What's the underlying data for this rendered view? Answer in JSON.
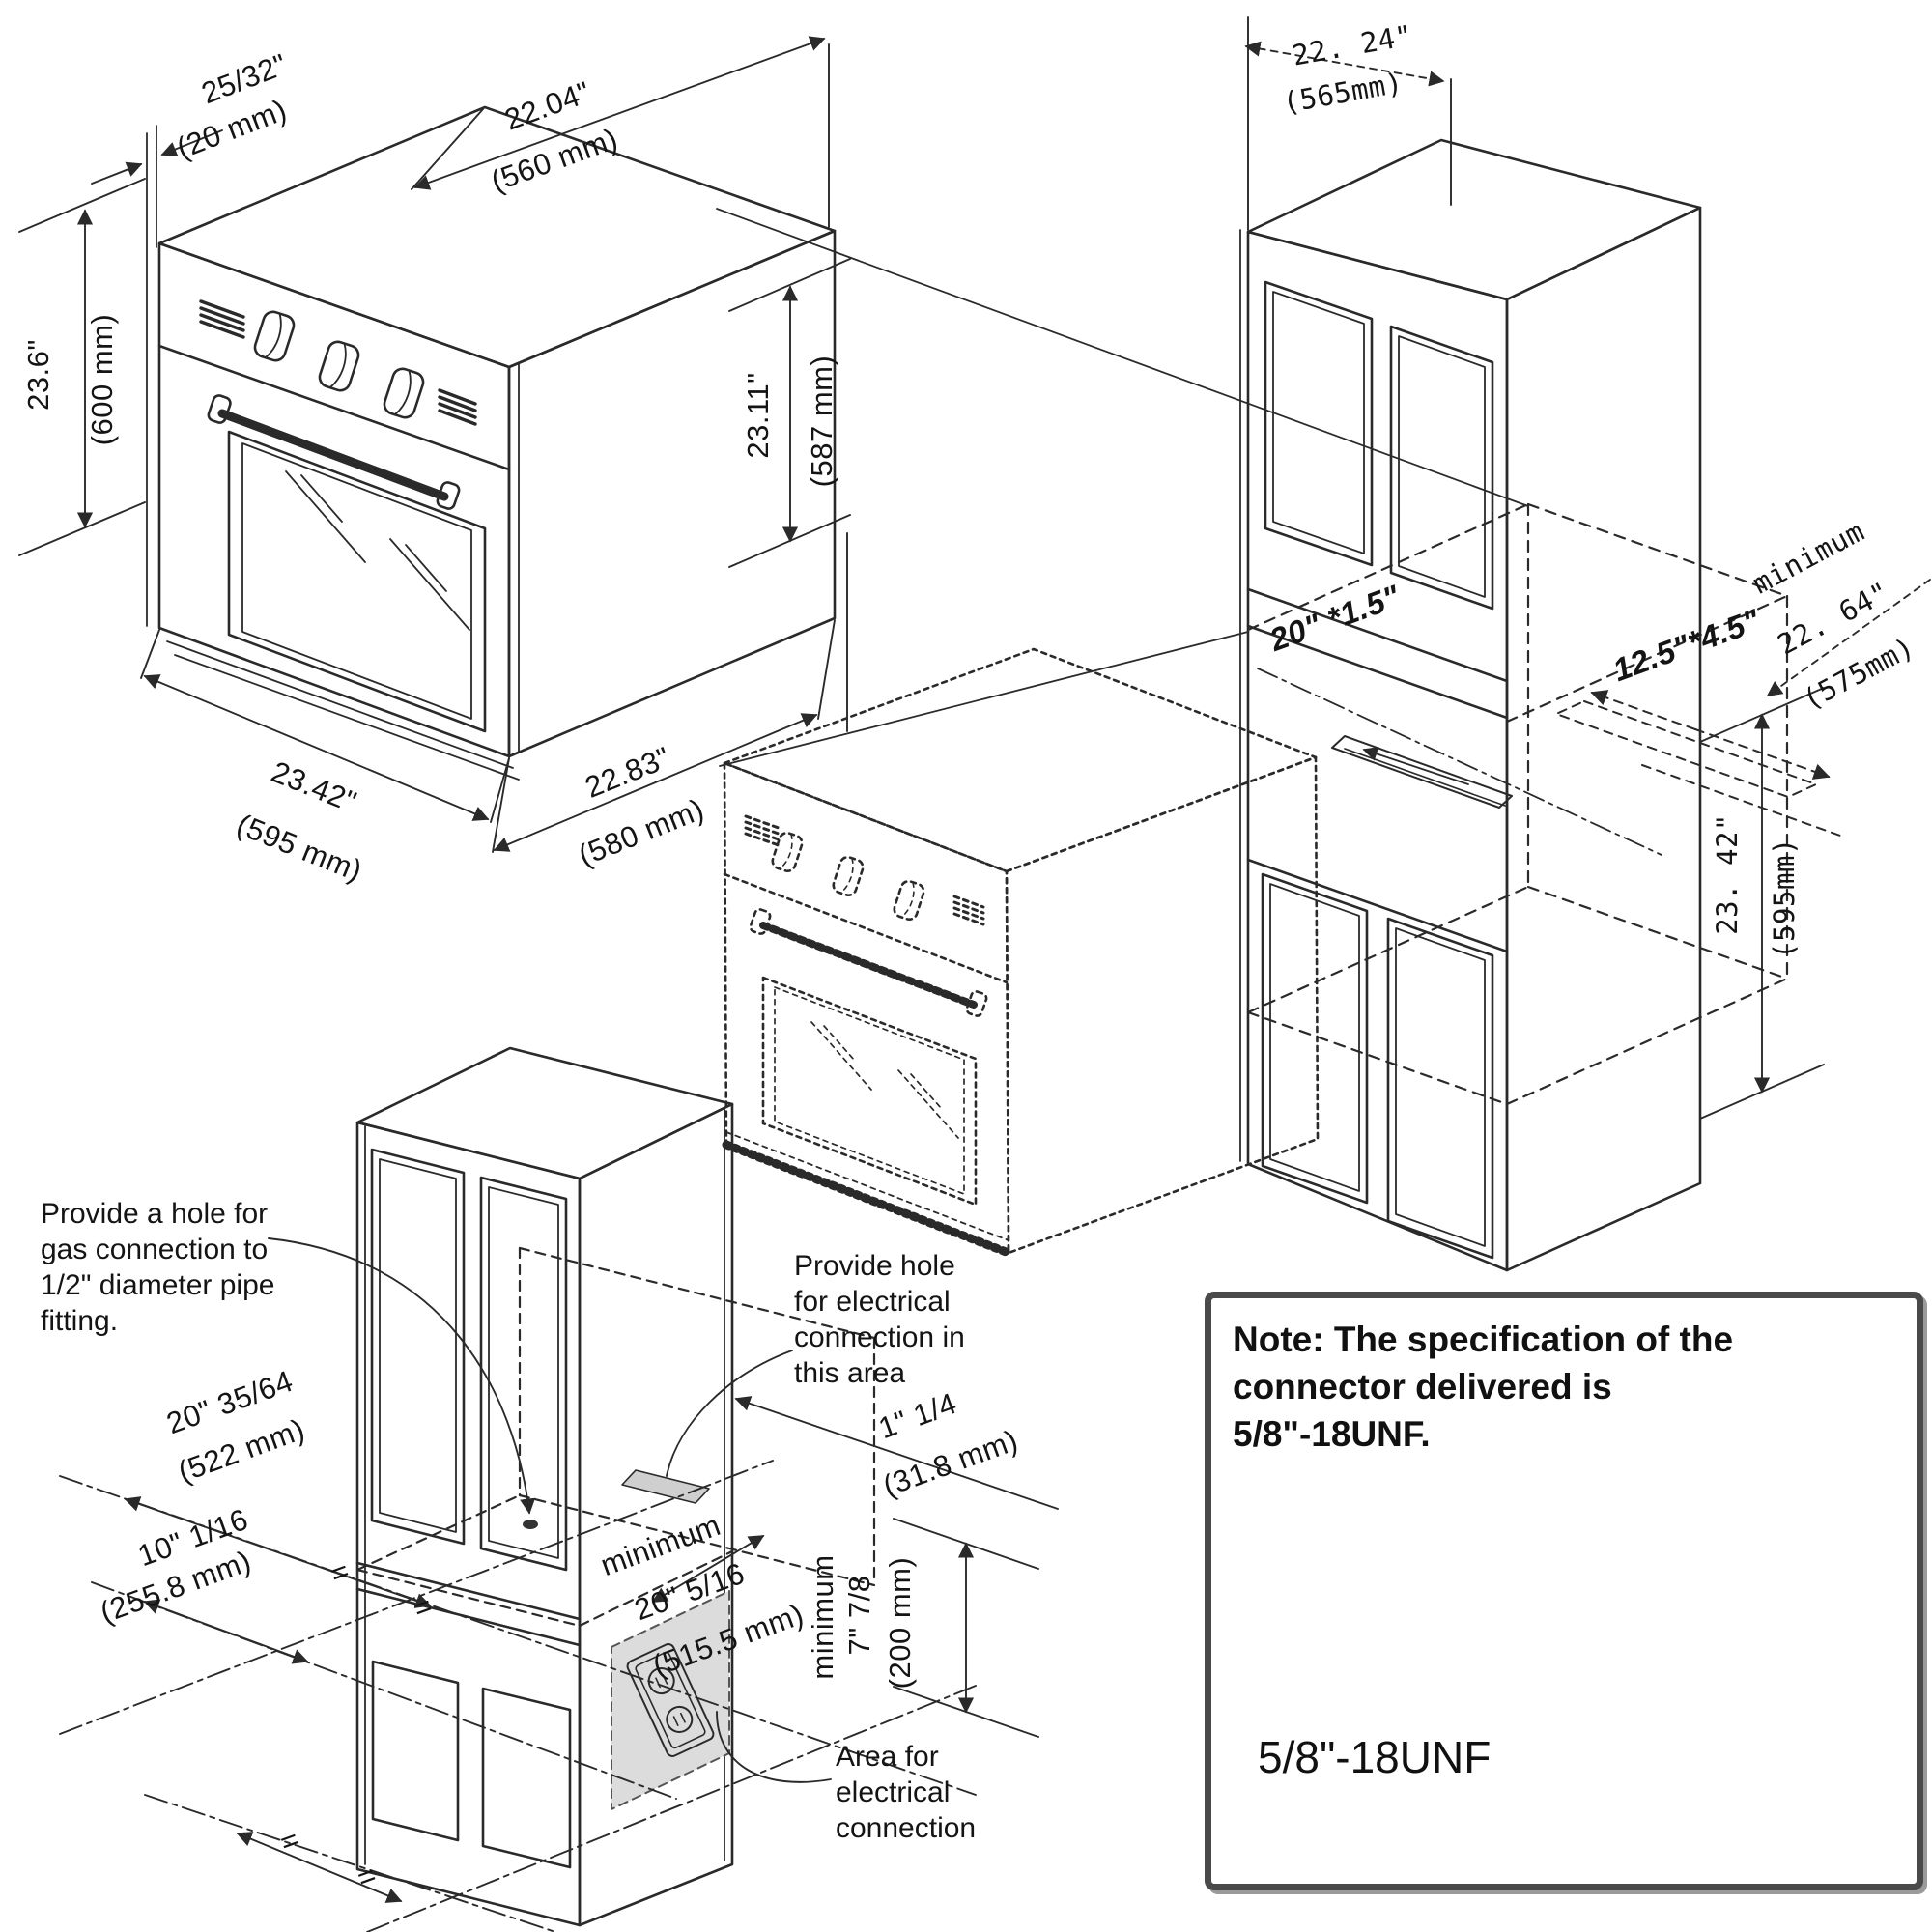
{
  "oven": {
    "flange": "25/32\"",
    "flange_mm": "(20 mm)",
    "width": "22.04\"",
    "width_mm": "(560 mm)",
    "height": "23.6\"",
    "height_mm": "(600 mm)",
    "front_height": "23.11\"",
    "front_height_mm": "(587 mm)",
    "bottom_width": "23.42\"",
    "bottom_width_mm": "(595 mm)",
    "depth": "22.83\"",
    "depth_mm": "(580 mm)"
  },
  "cabinet": {
    "top_width": "22. 24\"",
    "top_width_mm": "(565mm)",
    "slot_front": "20\" *1.5\"",
    "slot_hidden": "12.5\"*4.5\"",
    "min_depth_label": "minimum",
    "min_depth": "22. 64\"",
    "min_depth_mm": "(575mm)",
    "cavity_height": "23. 42\"",
    "cavity_height_mm": "(595mm)"
  },
  "installation": {
    "gas_note": "Provide a hole for\ngas connection to\n1/2\" diameter pipe\nfitting.",
    "elec_note": "Provide hole\nfor electrical\nconnection in\nthis area",
    "gas_offset": "20\" 35/64",
    "gas_offset_mm": "(522 mm)",
    "left_offset": "10\" 1/16",
    "left_offset_mm": "(255.8 mm)",
    "elec_width": "1\" 1/4",
    "elec_width_mm": "(31.8 mm)",
    "min_width_label": "minimum",
    "min_width": "20\" 5/16",
    "min_width_mm": "(515.5 mm)",
    "min_height_label": "minimum",
    "min_height": "7\" 7/8",
    "min_height_mm": "(200 mm)",
    "area_note": "Area for\nelectrical\nconnection",
    "equal_mark": "="
  },
  "note_box": {
    "text": "Note: The specification of the\nconnector delivered is\n5/8\"-18UNF.",
    "connector_label": "5/8\"-18UNF"
  },
  "colors": {
    "line": "#2a2a2a",
    "shade": "#d9d9d9",
    "thread": "#161616"
  }
}
